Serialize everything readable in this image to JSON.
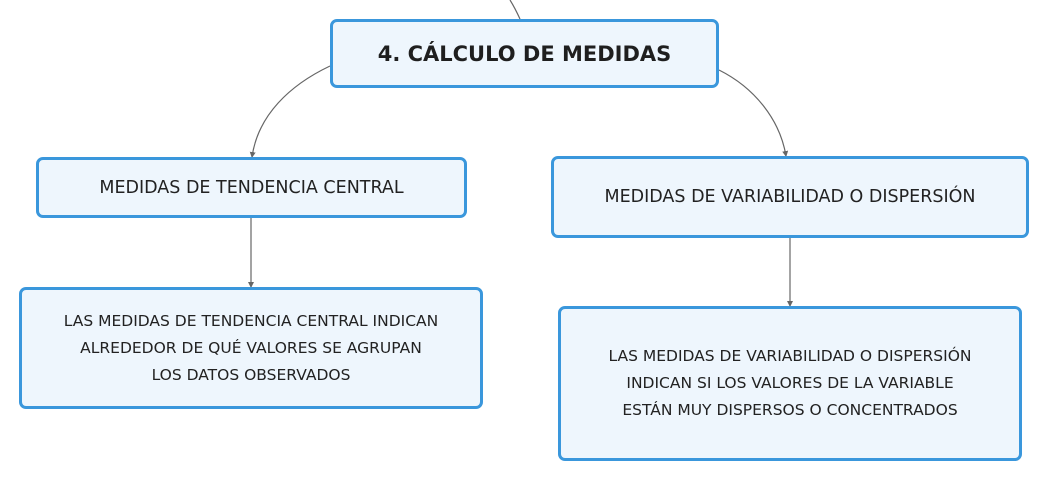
{
  "root": {
    "label": "4. CÁLCULO DE MEDIDAS"
  },
  "branches": [
    {
      "title": "MEDIDAS DE TENDENCIA CENTRAL",
      "detail_lines": [
        "LAS MEDIDAS DE TENDENCIA CENTRAL INDICAN",
        "ALREDEDOR DE QUÉ VALORES SE AGRUPAN",
        "LOS DATOS OBSERVADOS"
      ]
    },
    {
      "title": "MEDIDAS DE VARIABILIDAD O DISPERSIÓN",
      "detail_lines": [
        "LAS MEDIDAS DE VARIABILIDAD O DISPERSIÓN",
        "INDICAN SI LOS VALORES DE LA VARIABLE",
        "ESTÁN MUY DISPERSOS O CONCENTRADOS"
      ]
    }
  ],
  "colors": {
    "border": "#3a97dc",
    "fill": "#eef6fd",
    "connector": "#666666"
  }
}
